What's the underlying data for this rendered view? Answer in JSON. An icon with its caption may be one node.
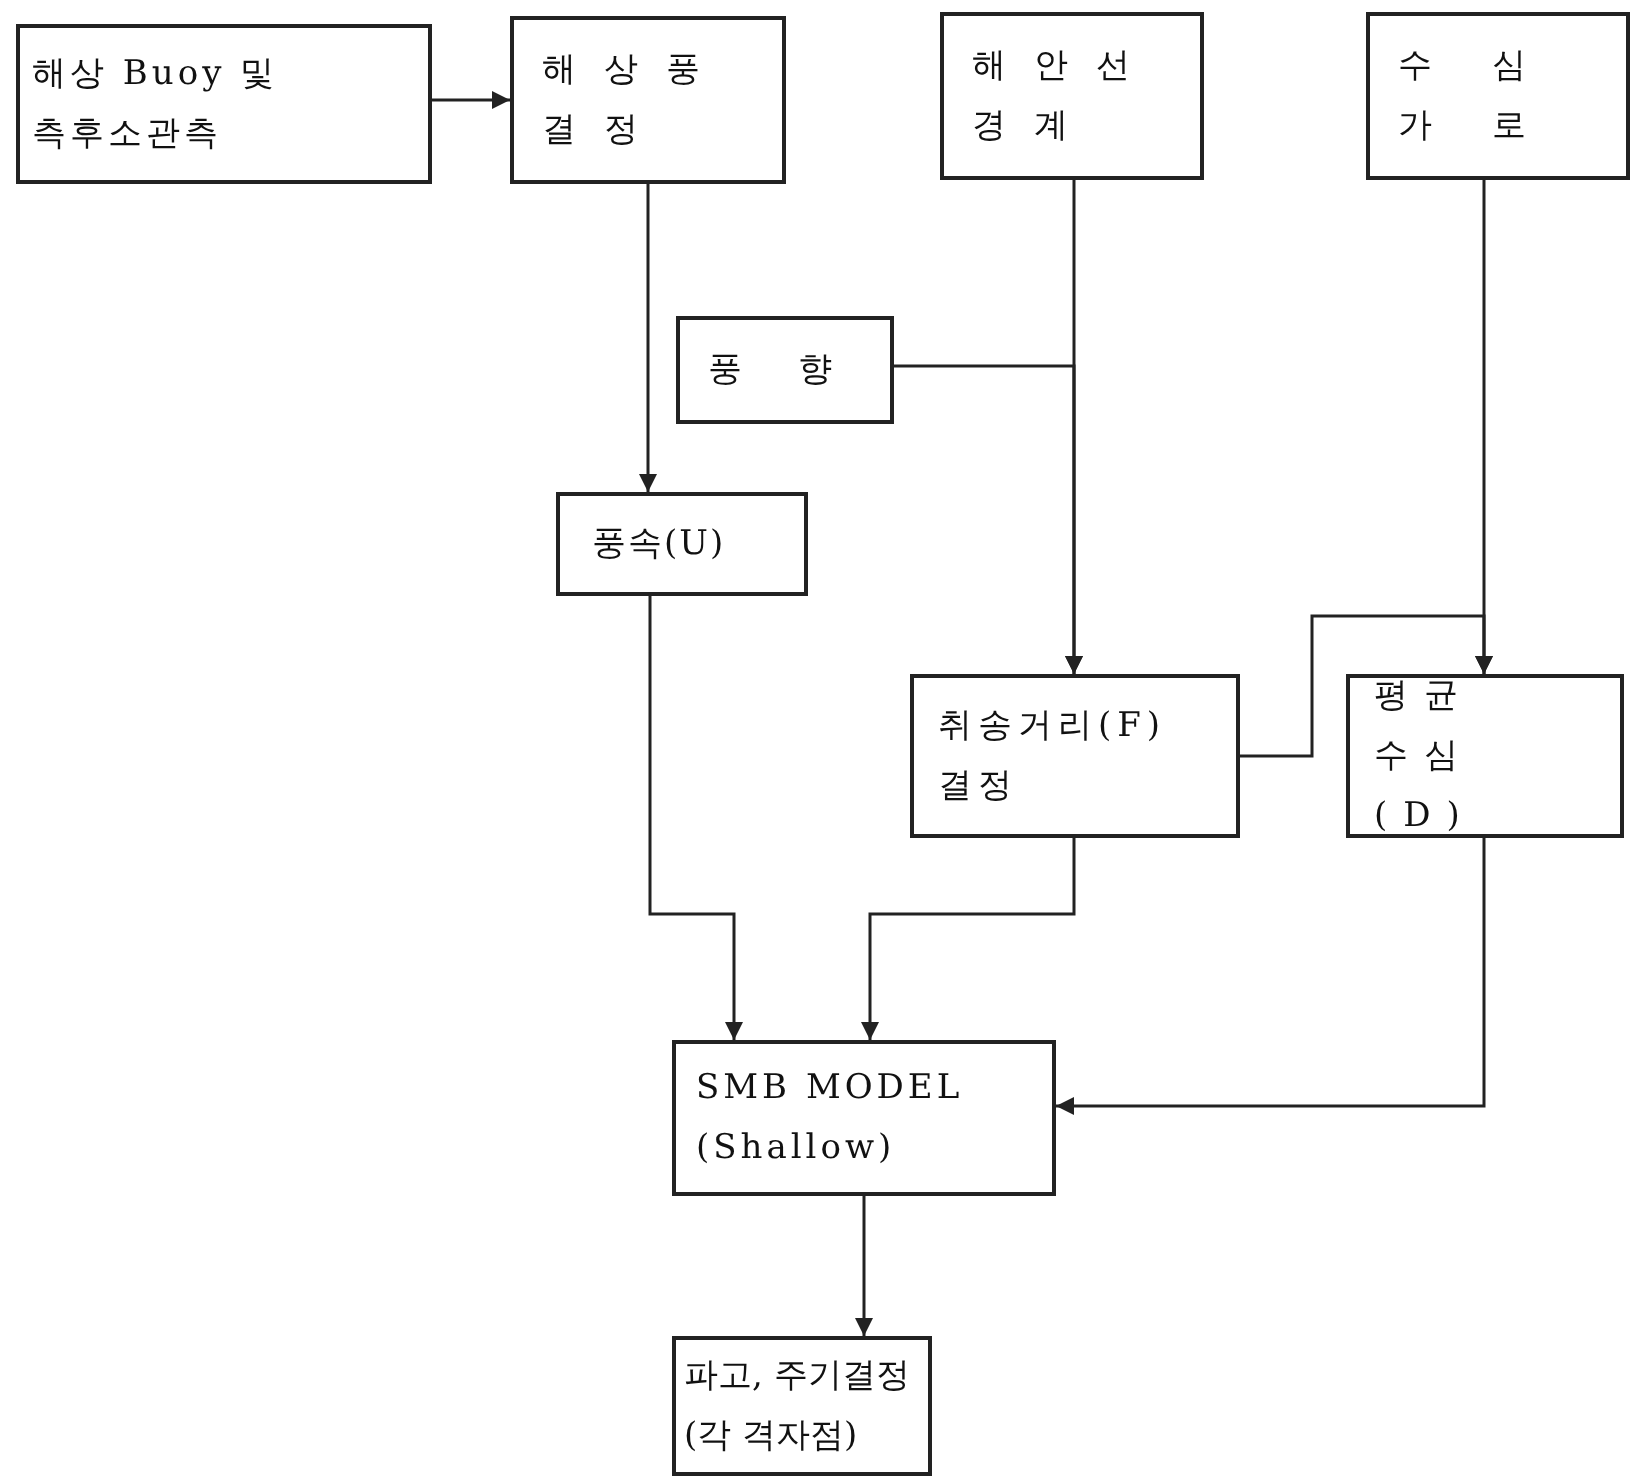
{
  "diagram": {
    "nodes": [
      {
        "text": [
          "해상 Buoy 및 측후소관측"
        ]
      },
      {
        "text": [
          "해상풍 결정"
        ]
      },
      {
        "text": [
          "해안선 경계"
        ]
      },
      {
        "text": [
          "수심 가로"
        ]
      },
      {
        "text": [
          "풍향"
        ]
      },
      {
        "text": [
          "풍속(U)"
        ]
      },
      {
        "text": [
          "취송거리(F) 결정"
        ]
      },
      {
        "text": [
          "평균 수심(D)"
        ]
      },
      {
        "text": [
          "SMB MODEL (Shallow)"
        ]
      },
      {
        "text": [
          "파고, 주기결정 (각 격자점)"
        ]
      }
    ],
    "edges": [
      {
        "from": 0,
        "to": 1,
        "arrow": "to"
      },
      {
        "from": 1,
        "to": 5,
        "arrow": "to"
      },
      {
        "from": 2,
        "to": 6,
        "arrow": "to"
      },
      {
        "from": 4,
        "to": 6,
        "arrow": "to"
      },
      {
        "from": 3,
        "to": 7,
        "arrow": "to"
      },
      {
        "from": 6,
        "to": 7,
        "arrow": "to"
      },
      {
        "from": 5,
        "to": 8,
        "arrow": "to"
      },
      {
        "from": 6,
        "to": 8,
        "arrow": "to"
      },
      {
        "from": 7,
        "to": 8,
        "arrow": "to"
      },
      {
        "from": 8,
        "to": 9,
        "arrow": "to"
      }
    ]
  }
}
